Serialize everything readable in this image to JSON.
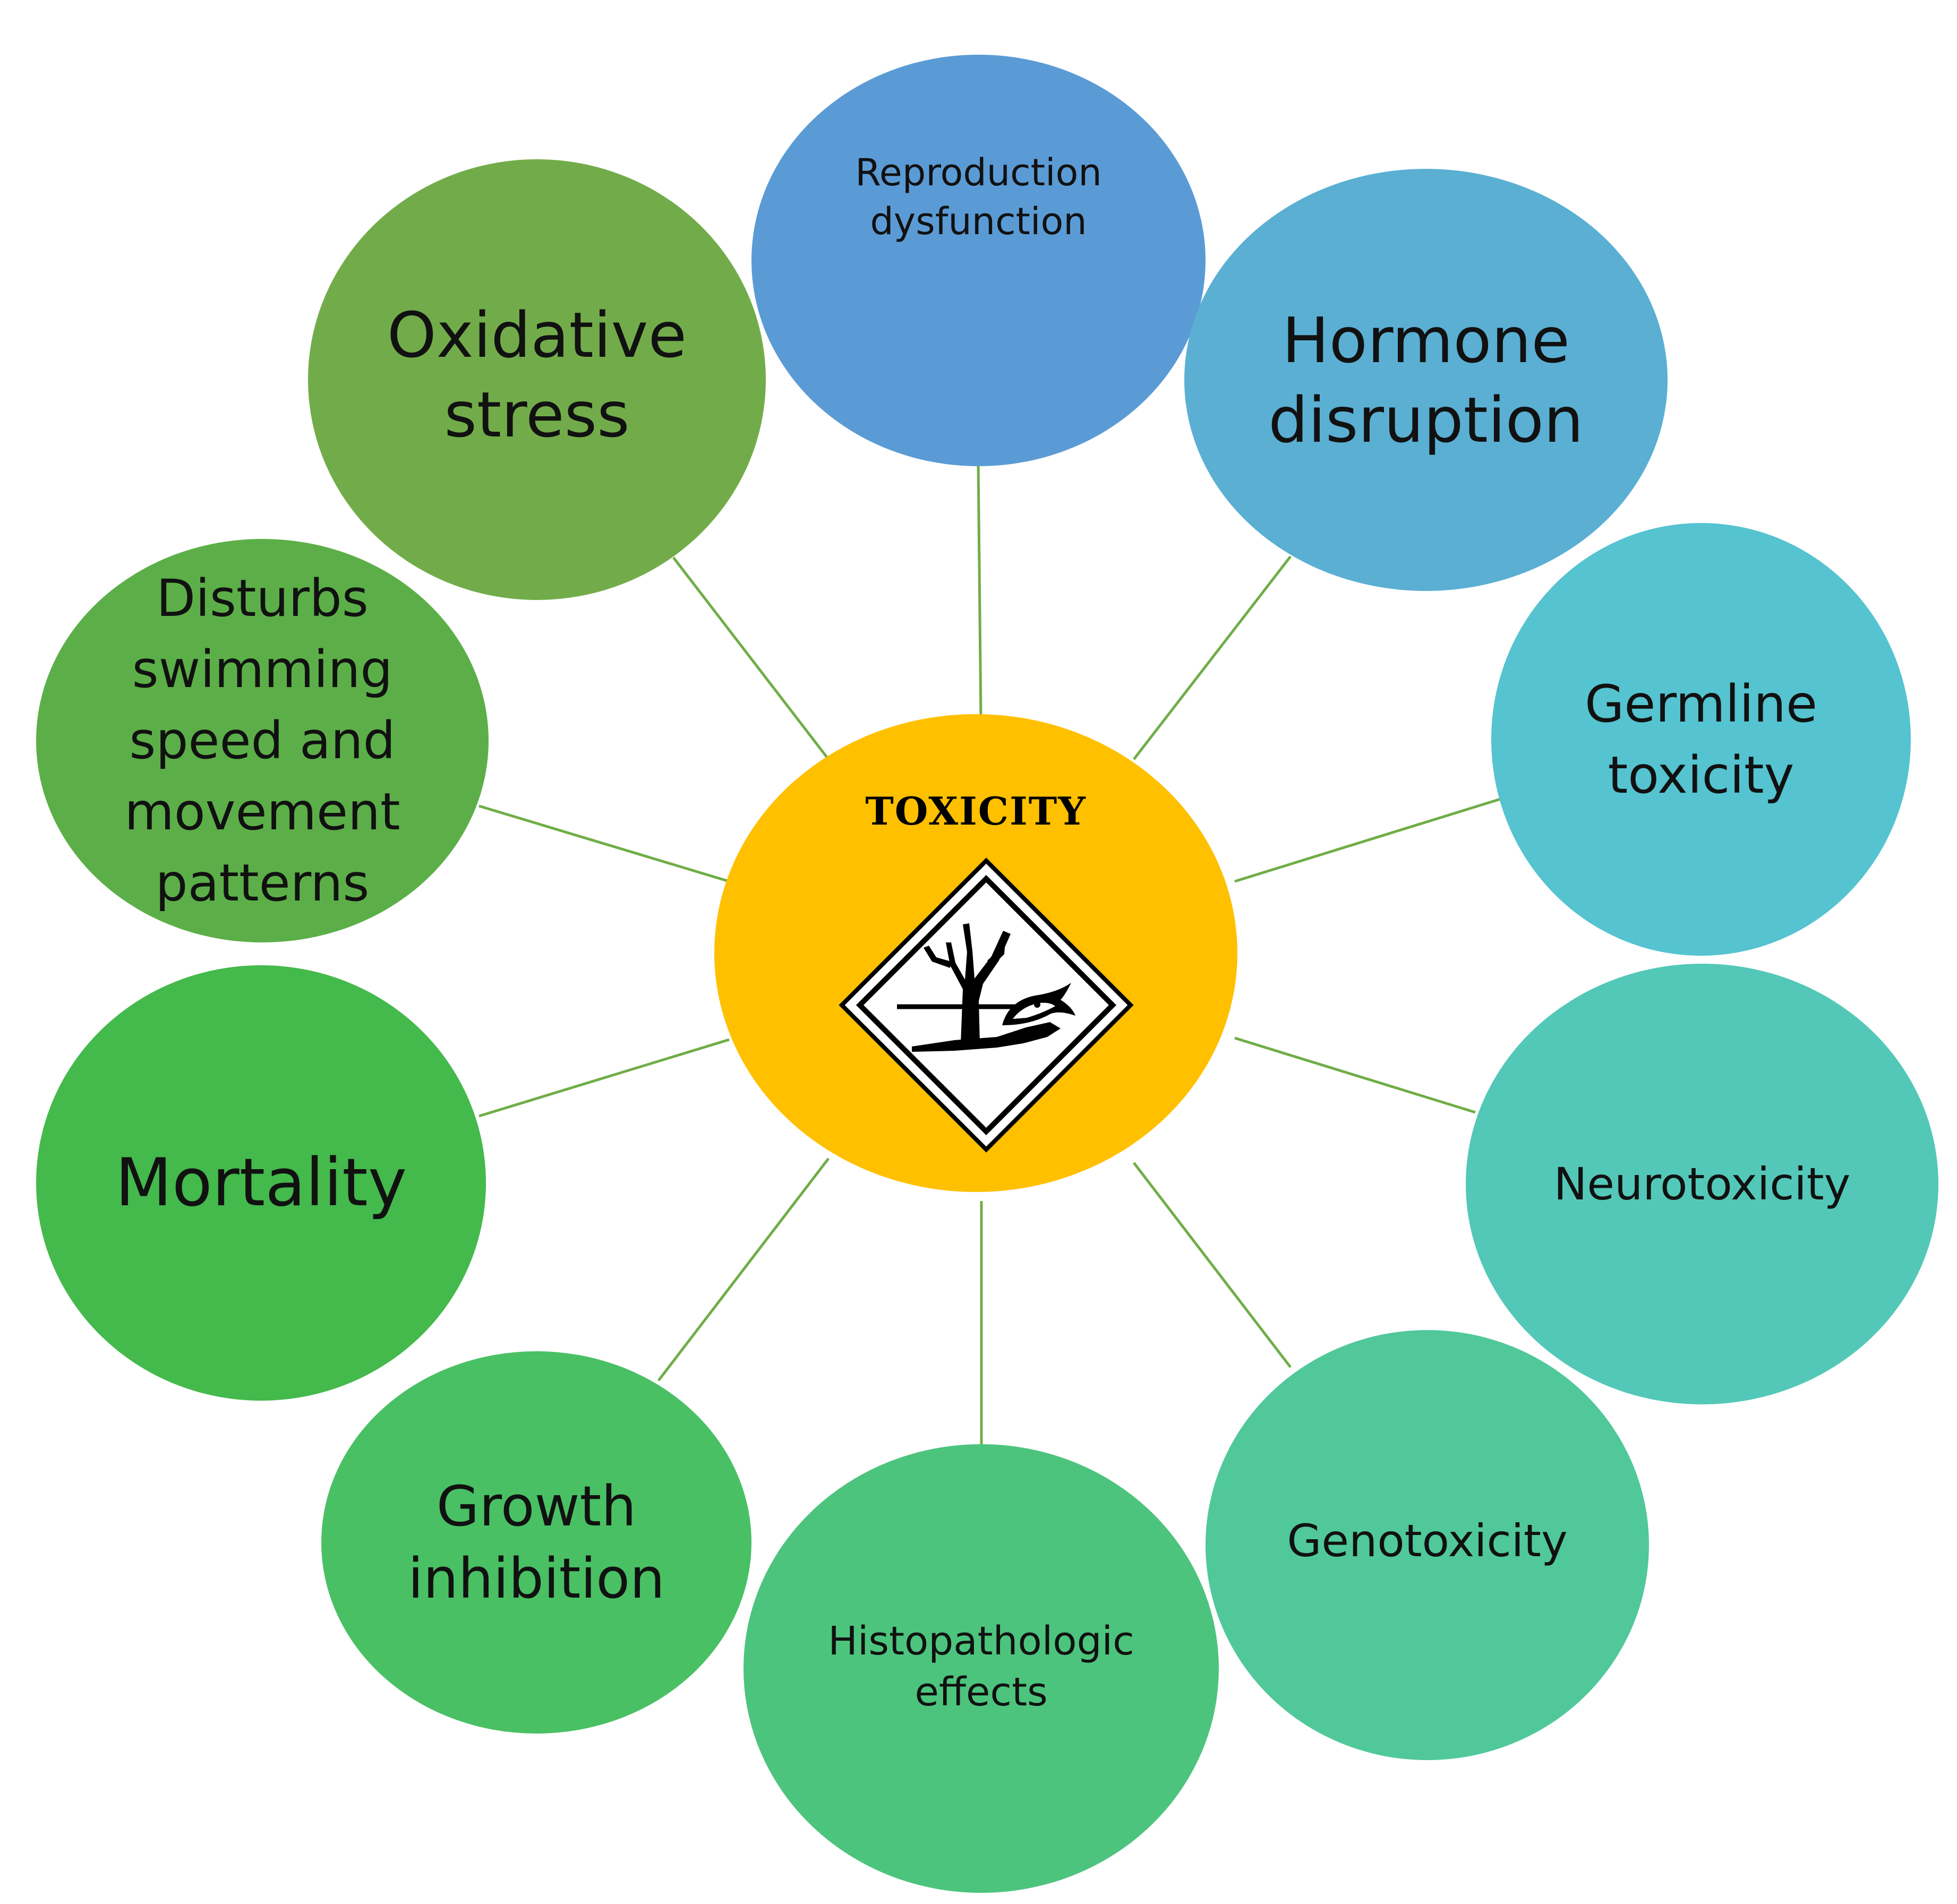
{
  "center": {
    "title": "TOXICITY",
    "color": "#FFC000",
    "icon": "environment-hazard-diamond-icon"
  },
  "connector_color": "#70AD47",
  "nodes": [
    {
      "id": "reproduction-dysfunction",
      "label": "Reproduction\ndysfunction",
      "color": "#5B9BD5"
    },
    {
      "id": "hormone-disruption",
      "label": "Hormone\ndisruption",
      "color": "#5AAFD3"
    },
    {
      "id": "germline-toxicity",
      "label": "Germline\ntoxicity",
      "color": "#55C3D0"
    },
    {
      "id": "neurotoxicity",
      "label": "Neurotoxicity",
      "color": "#53C8B8"
    },
    {
      "id": "genotoxicity",
      "label": "Genotoxicity",
      "color": "#50C89A"
    },
    {
      "id": "histopathologic-effects",
      "label": "Histopathologic\neffects",
      "color": "#4DC47D"
    },
    {
      "id": "growth-inhibition",
      "label": "Growth\ninhibition",
      "color": "#49C064"
    },
    {
      "id": "mortality",
      "label": "Mortality",
      "color": "#44B94C"
    },
    {
      "id": "disturbs-swimming",
      "label": "Disturbs\nswimming\nspeed and\nmovement\npatterns",
      "color": "#5CAF48"
    },
    {
      "id": "oxidative-stress",
      "label": "Oxidative\nstress",
      "color": "#72AC4A"
    }
  ]
}
